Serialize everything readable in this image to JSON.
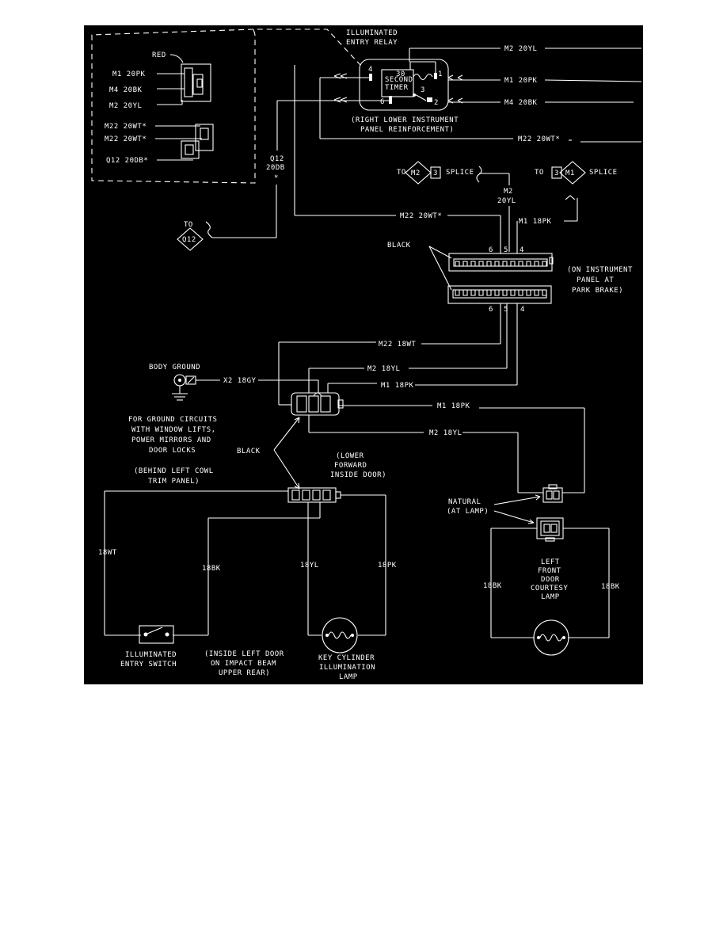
{
  "colors": {
    "background": "#000000",
    "ink": "#ffffff",
    "page": "#ffffff"
  },
  "inset": {
    "red": "RED",
    "m1": "M1 20PK",
    "m4": "M4 20BK",
    "m2": "M2 20YL",
    "m22a": "M22 20WT*",
    "m22b": "M22 20WT*",
    "q12": "Q12 20DB*"
  },
  "relay": {
    "title1": "ILLUMINATED",
    "title2": "ENTRY RELAY",
    "timer1": "SECOND",
    "timer2": "TIMER",
    "loc1": "(RIGHT LOWER INSTRUMENT",
    "loc2": "PANEL REINFORCEMENT)",
    "pin4": "4",
    "pin1": "1",
    "pin6": "6",
    "pin2": "2",
    "pin3": "3",
    "pin30": "30"
  },
  "wires": {
    "m2_20yl": "M2 20YL",
    "m1_20pk": "M1 20PK",
    "m4_20bk": "M4 20BK",
    "m22_20wt": "M22 20WT*",
    "q12a": "Q12",
    "q12b": "20DB",
    "star": "*",
    "m2": "M2",
    "yl20": "20YL",
    "m22_20wt2": "M22 20WT*",
    "m1_18pk": "M1 18PK",
    "m22_18wt": "M22 18WT",
    "m2_18yl": "M2 18YL",
    "m1_18pk2": "M1 18PK",
    "x2": "X2 18GY",
    "m1_18pk3": "M1 18PK",
    "m2_18yl2": "M2 18YL",
    "w18wt": "18WT",
    "w18bk": "18BK",
    "w18yl": "18YL",
    "w18pk": "18PK",
    "w18bk2": "18BK",
    "w18bk3": "18BK"
  },
  "splices": {
    "to1": "TO",
    "m2": "M2",
    "n3": "3",
    "splice1": "SPLICE",
    "to2": "TO",
    "n3b": "3",
    "m1": "M1",
    "splice2": "SPLICE",
    "to3": "TO",
    "q12": "Q12"
  },
  "connectors": {
    "black1": "BLACK",
    "p6": "6",
    "p5": "5",
    "p4": "4",
    "p6b": "6",
    "p5b": "5",
    "p4b": "4",
    "ip1": "(ON INSTRUMENT",
    "ip2": "PANEL AT",
    "ip3": "PARK BRAKE)",
    "black2": "BLACK",
    "lf1": "(LOWER",
    "lf2": "FORWARD",
    "lf3": "INSIDE DOOR)",
    "natural1": "NATURAL",
    "natural2": "(AT LAMP)"
  },
  "ground": {
    "title": "BODY GROUND",
    "n1": "FOR GROUND CIRCUITS",
    "n2": "WITH WINDOW LIFTS,",
    "n3": "POWER MIRRORS AND",
    "n4": "DOOR LOCKS",
    "cowl1": "(BEHIND LEFT COWL",
    "cowl2": "TRIM PANEL)"
  },
  "components": {
    "sw1": "ILLUMINATED",
    "sw2": "ENTRY SWITCH",
    "loc1": "(INSIDE LEFT DOOR",
    "loc2": "ON IMPACT BEAM",
    "loc3": "UPPER REAR)",
    "key1": "KEY CYLINDER",
    "key2": "ILLUMINATION",
    "key3": "LAMP",
    "c1": "LEFT",
    "c2": "FRONT",
    "c3": "DOOR",
    "c4": "COURTESY",
    "c5": "LAMP"
  }
}
